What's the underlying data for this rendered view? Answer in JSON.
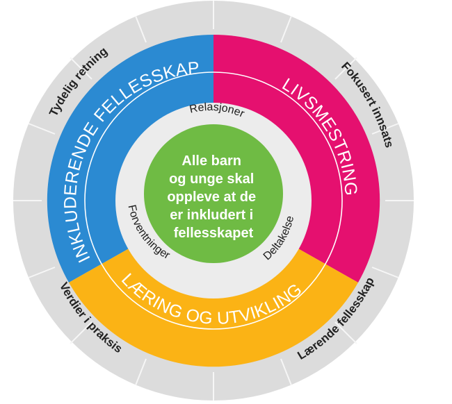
{
  "center": {
    "lines": [
      "Alle barn",
      "og unge skal",
      "oppleve at de",
      "er inkludert i",
      "fellesskapet"
    ]
  },
  "segments": {
    "inkluderende": "INKLUDERENDE FELLESSKAP",
    "livsmestring": "LIVSMESTRING",
    "laering": "LÆRING OG UTVIKLING"
  },
  "inner_labels": {
    "relasjoner": "Relasjoner",
    "forventninger": "Forventninger",
    "deltakelse": "Deltakelse"
  },
  "outer_labels": {
    "tydelig": "Tydelig retning",
    "fokusert": "Fokusert innsats",
    "verdier": "Verdier i praksis",
    "laerende": "Lærende fellesskap"
  },
  "colors": {
    "blue": "#2b8ad2",
    "magenta": "#e5106f",
    "yellow": "#fbb315",
    "green": "#6fbb44",
    "outer_ring": "#dcdcdc",
    "inner_ring": "#ececec"
  }
}
